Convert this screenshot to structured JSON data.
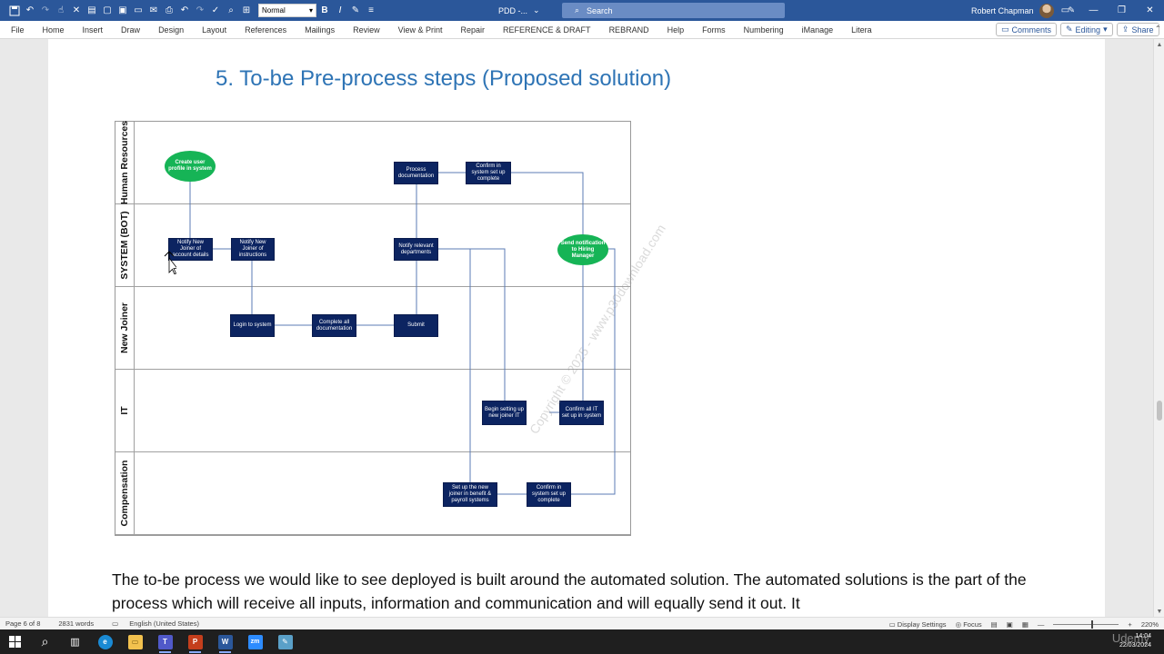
{
  "titlebar": {
    "style_value": "Normal",
    "doc_title": "PDD -...",
    "search_placeholder": "Search",
    "user_name": "Robert Chapman"
  },
  "ribbon": {
    "tabs": [
      "File",
      "Home",
      "Insert",
      "Draw",
      "Design",
      "Layout",
      "References",
      "Mailings",
      "Review",
      "View & Print",
      "Repair",
      "REFERENCE & DRAFT",
      "REBRAND",
      "Help",
      "Forms",
      "Numbering",
      "iManage",
      "Litera"
    ],
    "comments_label": "Comments",
    "editing_label": "Editing",
    "share_label": "Share"
  },
  "document": {
    "heading": "5.  To-be Pre-process steps (Proposed solution)",
    "paragraph": "The to-be process we would like to see deployed is built around the automated solution. The automated solutions is the part of the process which will receive all inputs, information and communication and will equally send it out. It"
  },
  "diagram": {
    "lanes": [
      "Human Resources",
      "SYSTEM (BOT)",
      "New Joiner",
      "IT",
      "Compensation"
    ],
    "nodes": {
      "create_user": "Create user profile in system",
      "process_doc": "Process documentation",
      "confirm_hr": "Confirm in system set up complete",
      "notify_account": "Notify New Joiner of account details",
      "notify_instructions": "Notify New Joiner of instructions",
      "notify_depts": "Notify relevant departments",
      "send_notification": "Send notification to Hiring Manager",
      "login": "Login to system",
      "complete_docs": "Complete all documentation",
      "submit": "Submit",
      "begin_setting": "Begin setting up new joiner IT",
      "confirm_it": "Confirm all IT set up in system",
      "setup_benefit": "Set up the new joiner in benefit & payroll systems",
      "confirm_comp": "Confirm in system set up complete"
    },
    "watermark": "Copyright © 2025 - www.p30download.com"
  },
  "statusbar": {
    "page": "Page 6 of 8",
    "words": "2831 words",
    "language": "English (United States)",
    "display_settings": "Display Settings",
    "focus": "Focus",
    "zoom": "220%"
  },
  "taskbar": {
    "time": "14:04",
    "date": "22/03/2024",
    "brand": "Udemy"
  },
  "colors": {
    "title_blue": "#2b579a",
    "heading_blue": "#2e74b5",
    "box_navy": "#0c2461",
    "oval_green": "#16b456"
  }
}
